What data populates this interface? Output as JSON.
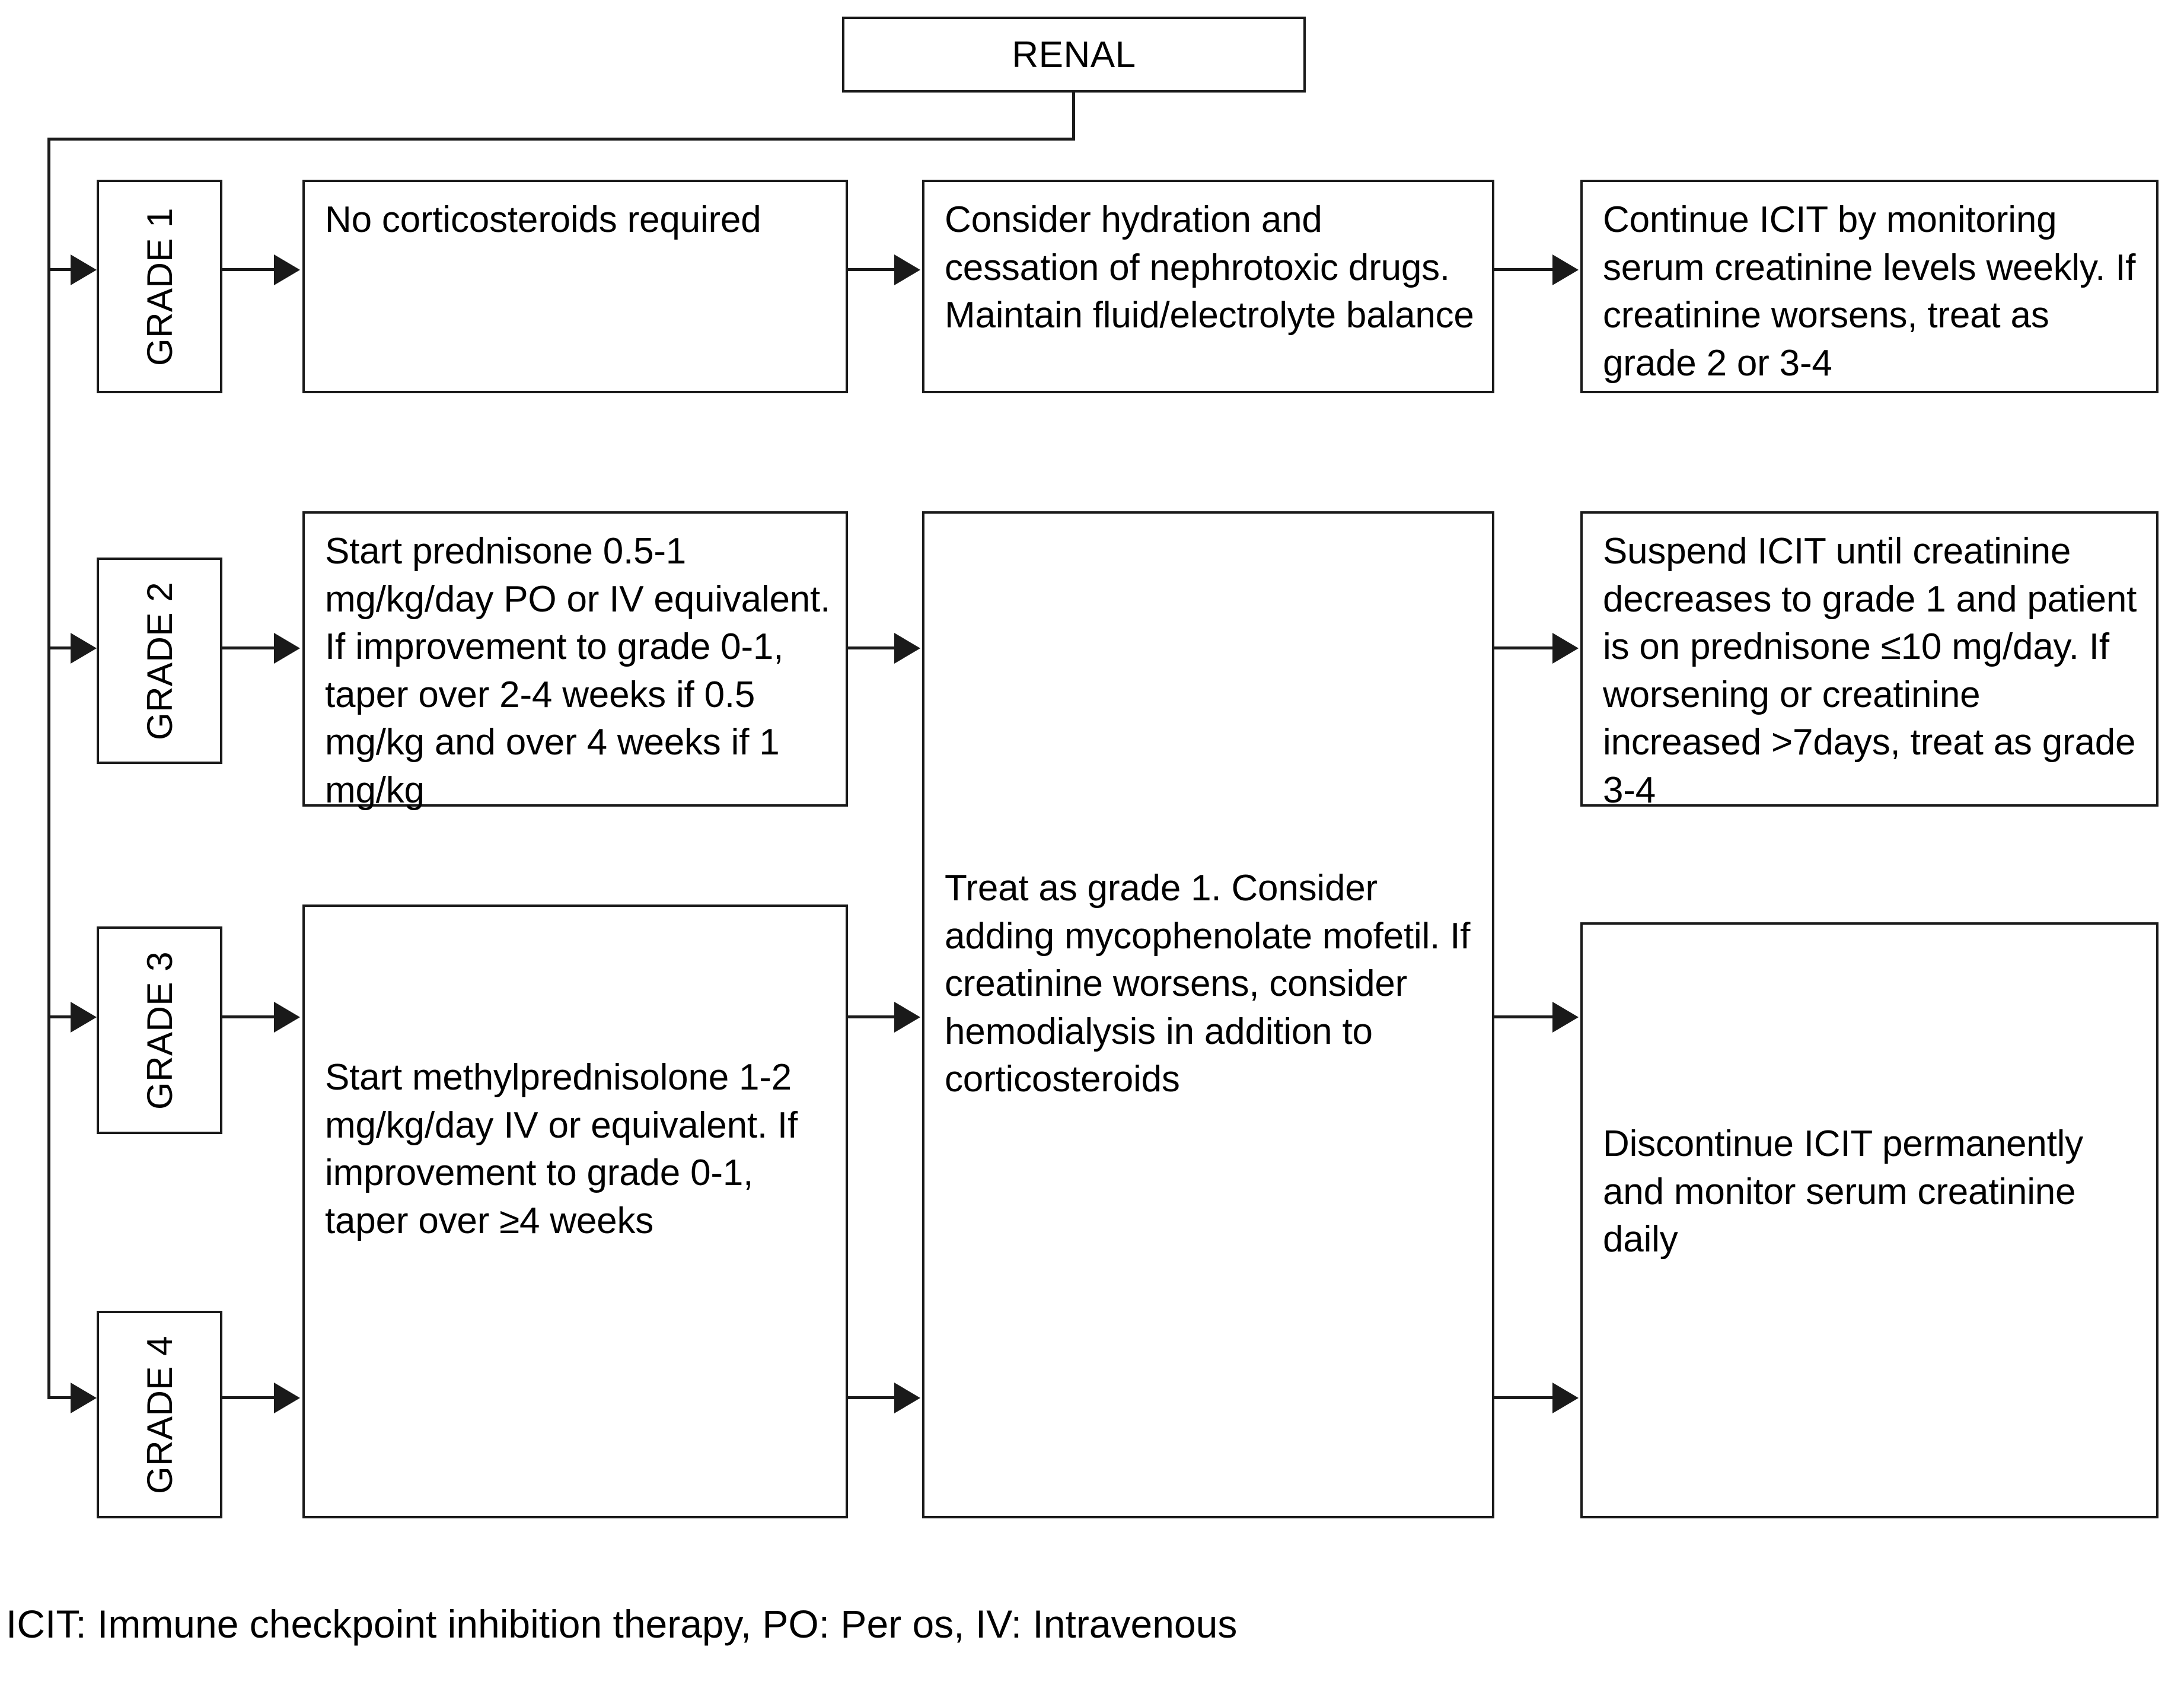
{
  "diagram": {
    "title": "RENAL",
    "footnote": "ICIT: Immune checkpoint inhibition therapy, PO: Per os, IV: Intravenous",
    "grades": [
      {
        "id": "grade-1",
        "label": "GRADE 1"
      },
      {
        "id": "grade-2",
        "label": "GRADE 2"
      },
      {
        "id": "grade-3",
        "label": "GRADE 3"
      },
      {
        "id": "grade-4",
        "label": "GRADE 4"
      }
    ],
    "boxes": {
      "grade1_corticosteroids": "No corticosteroids required",
      "grade1_supportive": "Consider hydration and cessation of nephrotoxic drugs. Maintain fluid/electrolyte balance",
      "grade1_outcome": "Continue ICIT by monitoring serum creatinine levels weekly. If creatinine worsens, treat as grade 2 or 3-4",
      "grade2_treatment": "Start prednisone 0.5-1 mg/kg/day PO or IV equivalent. If improvement to grade 0-1, taper over 2-4 weeks if 0.5 mg/kg and over 4 weeks if 1 mg/kg",
      "grade2_outcome": "Suspend ICIT until creatinine decreases to grade 1 and patient is on prednisone ≤10 mg/day. If worsening or creatinine increased >7days, treat as grade 3-4",
      "grade34_supportive": "Treat as grade 1. Consider adding mycophenolate mofetil. If creatinine worsens, consider hemodialysis in addition to corticosteroids",
      "grade34_treatment": "Start methylprednisolone 1-2 mg/kg/day IV or equivalent. If improvement to grade 0-1, taper over ≥4 weeks",
      "grade34_outcome": "Discontinue ICIT permanently and monitor serum creatinine daily"
    },
    "colors": {
      "border": "#1a1a1a",
      "background": "#ffffff",
      "text": "#000000"
    }
  }
}
